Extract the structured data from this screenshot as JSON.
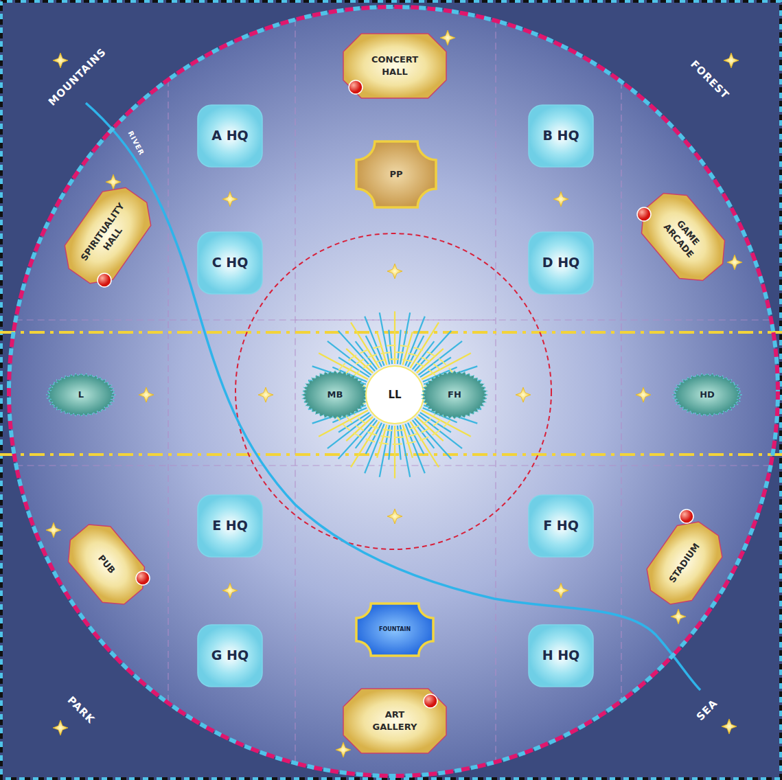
{
  "diagram": {
    "nodes": [
      {
        "text": [
          "CONCERT HALL"
        ]
      },
      {
        "text": [
          "A HQ"
        ]
      },
      {
        "text": [
          "PP"
        ]
      },
      {
        "text": [
          "B HQ"
        ]
      },
      {
        "text": [
          "SPIRITUALITY HALL"
        ]
      },
      {
        "text": [
          "GAME ARCADE"
        ]
      },
      {
        "text": [
          "C HQ"
        ]
      },
      {
        "text": [
          "D HQ"
        ]
      },
      {
        "text": [
          "L"
        ]
      },
      {
        "text": [
          "MB"
        ]
      },
      {
        "text": [
          "LL"
        ]
      },
      {
        "text": [
          "FH"
        ]
      },
      {
        "text": [
          "HD"
        ]
      },
      {
        "text": [
          "E HQ"
        ]
      },
      {
        "text": [
          "F HQ"
        ]
      },
      {
        "text": [
          "PUB"
        ]
      },
      {
        "text": [
          "STADIUM"
        ]
      },
      {
        "text": [
          "G HQ"
        ]
      },
      {
        "text": [
          "FOUNTAIN"
        ]
      },
      {
        "text": [
          "H HQ"
        ]
      },
      {
        "text": [
          "ART GALLERY"
        ]
      }
    ],
    "labels": [
      "MOUNTAINS",
      "FOREST",
      "RIVER",
      "PARK",
      "SEA"
    ]
  }
}
